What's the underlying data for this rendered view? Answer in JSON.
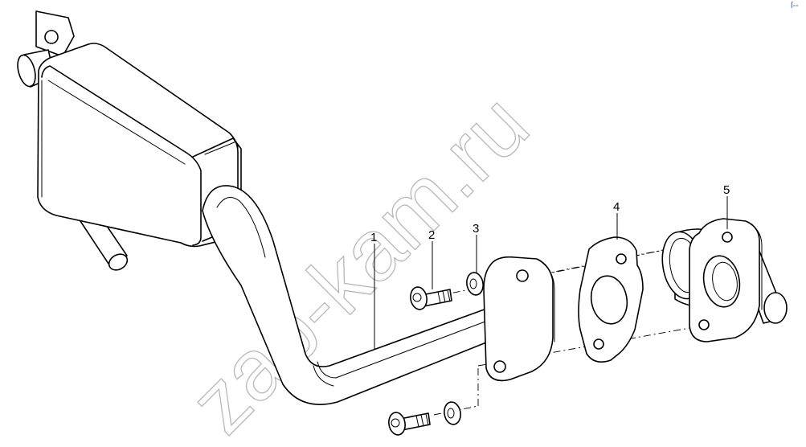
{
  "watermark": "zap-kam.ru",
  "corner_mark": "ſ--",
  "callouts": {
    "c1": "1",
    "c2": "2",
    "c3": "3",
    "c4": "4",
    "c5": "5"
  }
}
